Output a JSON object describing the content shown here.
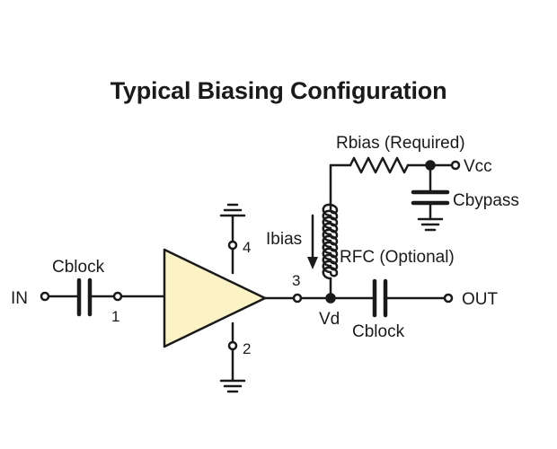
{
  "title": "Typical Biasing Configuration",
  "labels": {
    "in": "IN",
    "out": "OUT",
    "cblock_in": "Cblock",
    "cblock_out": "Cblock",
    "rbias": "Rbias (Required)",
    "vcc": "Vcc",
    "cbypass": "Cbypass",
    "ibias": "Ibias",
    "rfc": "RFC (Optional)",
    "vd": "Vd"
  },
  "pins": {
    "p1": "1",
    "p2": "2",
    "p3": "3",
    "p4": "4"
  },
  "colors": {
    "amplifier_fill": "#fbf3c5",
    "line": "#1a1a1a"
  }
}
